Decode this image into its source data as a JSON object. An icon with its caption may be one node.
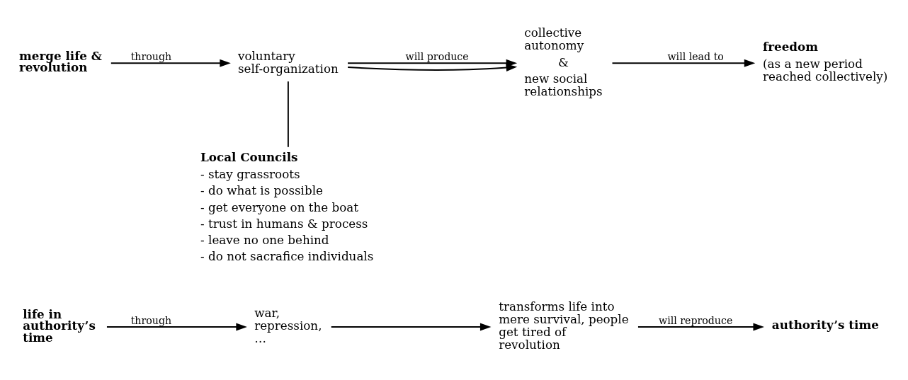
{
  "diagram": {
    "nodes": [
      {
        "text": [
          "life in authority’s time"
        ]
      },
      {
        "text": [
          "war, repression, …"
        ]
      },
      {
        "text": [
          "transforms life into mere survival, people get tired of revolution"
        ]
      },
      {
        "text": [
          "authority’s time"
        ]
      },
      {
        "text": [
          "merge life & revolution"
        ]
      },
      {
        "text": [
          "voluntary self-organization"
        ]
      },
      {
        "text": [
          "collective autonomy",
          "&",
          "new social relationships"
        ]
      },
      {
        "text": [
          "freedom",
          "(as a new period reached collectively)"
        ]
      },
      {
        "text": [
          "Local Councils",
          "- stay grassroots",
          "- do what is possible",
          "- get everyone on the boat",
          "- trust in humans & process",
          "- leave no one behind",
          "- do not sacrafice individuals"
        ]
      }
    ],
    "edges": [
      {
        "from": 0,
        "to": 1,
        "arrow": "to",
        "label": "through"
      },
      {
        "from": 1,
        "to": 2,
        "arrow": "to"
      },
      {
        "from": 2,
        "to": 3,
        "arrow": "to",
        "label": "will reproduce"
      },
      {
        "from": 4,
        "to": 5,
        "arrow": "to",
        "label": "through"
      },
      {
        "from": 5,
        "to": 6,
        "arrow": "to",
        "label": "will produce"
      },
      {
        "from": 5,
        "to": 6,
        "arrow": "to"
      },
      {
        "from": 6,
        "to": 7,
        "arrow": "to",
        "label": "will lead to"
      },
      {
        "from": 5,
        "to": 8,
        "arrow": "none"
      }
    ]
  }
}
